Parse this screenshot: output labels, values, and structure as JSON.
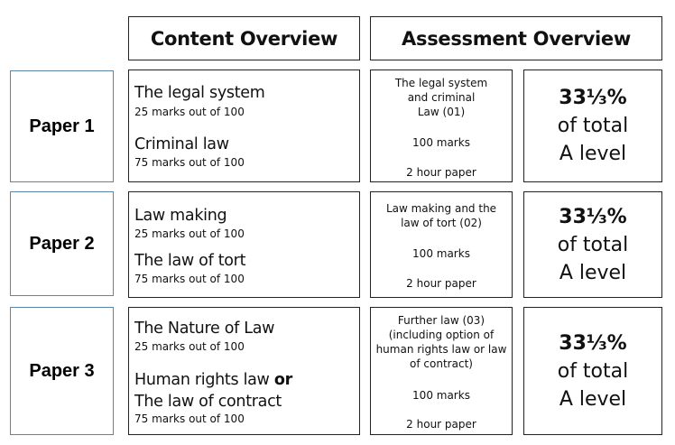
{
  "headers": {
    "content": "Content Overview",
    "assessment": "Assessment Overview"
  },
  "papers": [
    {
      "label": "Paper 1",
      "content": [
        {
          "title": "The legal system",
          "marks": "25 marks out of 100"
        },
        {
          "title": "Criminal law",
          "marks": "75 marks out of 100"
        }
      ],
      "assessment": {
        "name_lines": [
          "The legal system",
          "and criminal",
          "Law (01)"
        ],
        "marks": "100 marks",
        "duration": "2 hour paper"
      },
      "share": {
        "percent": "33⅓%",
        "line1": "of total",
        "line2": "A level"
      }
    },
    {
      "label": "Paper 2",
      "content": [
        {
          "title": "Law making",
          "marks": "25 marks out of 100"
        },
        {
          "title": "The law of tort",
          "marks": "75 marks out of 100"
        }
      ],
      "assessment": {
        "name_lines": [
          "Law making and the",
          "law of tort (02)"
        ],
        "marks": "100 marks",
        "duration": "2 hour paper"
      },
      "share": {
        "percent": "33⅓%",
        "line1": "of total",
        "line2": "A level"
      }
    },
    {
      "label": "Paper 3",
      "content": [
        {
          "title": "The Nature of Law",
          "marks": "25 marks out of 100"
        },
        {
          "title_a": "Human rights law",
          "title_or": "or",
          "title_b": "The law of contract",
          "marks": "75 marks out of 100"
        }
      ],
      "assessment": {
        "name_lines": [
          "Further law (03)",
          "(including option of",
          "human rights law or law",
          "of contract)"
        ],
        "marks": "100 marks",
        "duration": "2 hour paper"
      },
      "share": {
        "percent": "33⅓%",
        "line1": "of total",
        "line2": "A level"
      }
    }
  ]
}
